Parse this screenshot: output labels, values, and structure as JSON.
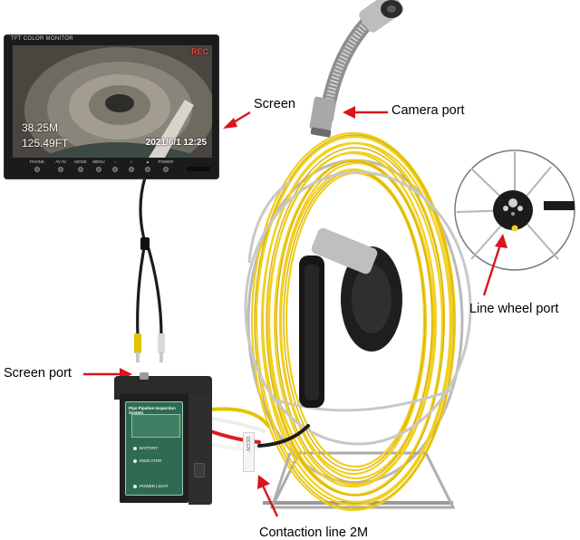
{
  "callouts": {
    "screen": "Screen",
    "camera_port": "Camera port",
    "line_wheel_port": "Line wheel port",
    "screen_port": "Screen port",
    "contaction_line": "Contaction line 2M"
  },
  "monitor": {
    "brand": "TFT COLOR MONITOR",
    "osd": {
      "rec": "REC",
      "distance_m": "38.25M",
      "distance_ft": "125.49FT",
      "datetime": "2021/6/1 12:25"
    },
    "controls": [
      "PHONE",
      "AV IN",
      "MODE",
      "MENU",
      "−",
      "+",
      "▲",
      "POWER"
    ]
  },
  "control_box": {
    "title": "Pipe Pipeline Inspection System",
    "indicators": [
      "BATTERY",
      "INDICATOR",
      "POWER LIGHT"
    ]
  },
  "cable_tag": "DC12V",
  "colors": {
    "reel_yellow": "#f2cf1c",
    "arrow_red": "#d9141b",
    "panel_green": "#2f6b52"
  }
}
